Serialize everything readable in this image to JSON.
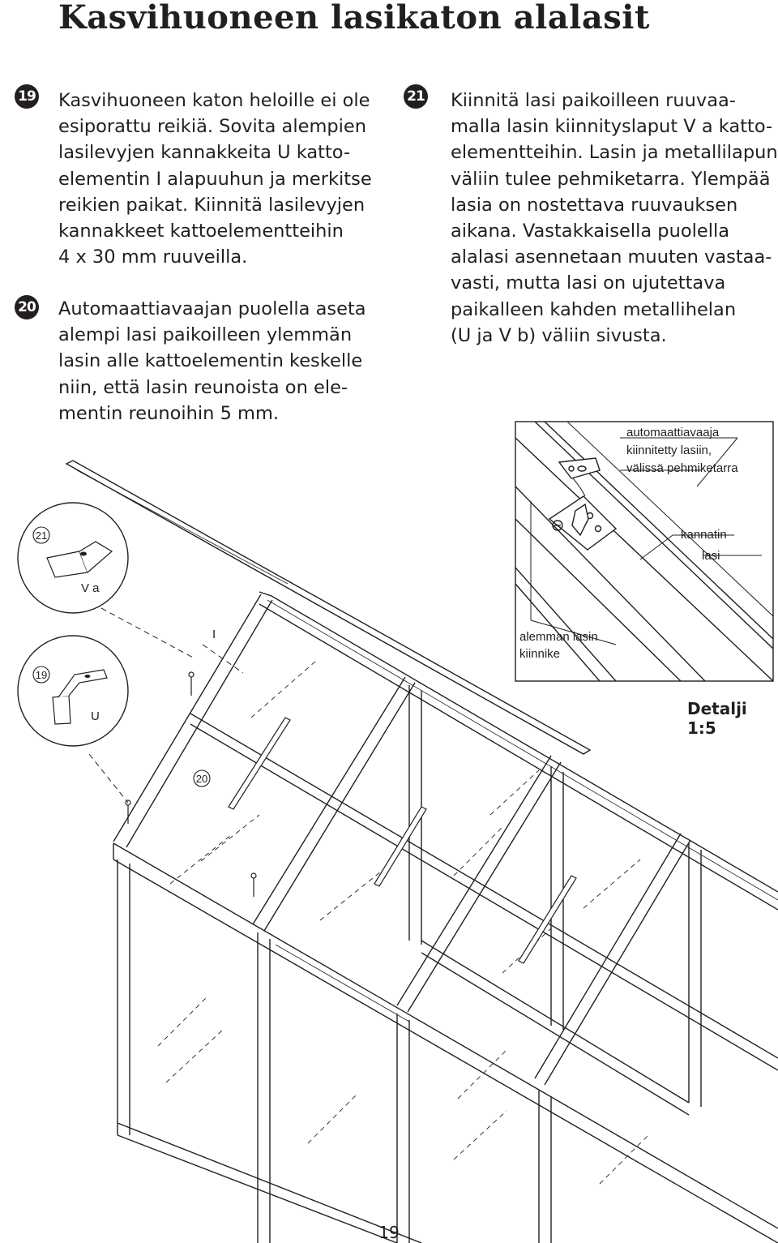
{
  "title": "Kasvihuoneen lasikaton alalasit",
  "steps": [
    {
      "number": "19",
      "text": "Kasvihuoneen katon heloille ei ole\nesiporattu reikiä. Sovita alempien\nlasilevyjen kannakkeita U katto-\nelementin I alapuuhun ja merkitse\nreikien paikat. Kiinnitä lasilevyjen\nkannakkeet kattoelementteihin\n4 x 30 mm ruuveilla."
    },
    {
      "number": "20",
      "text": "Automaattiavaajan puolella aseta\nalempi lasi paikoilleen ylemmän\nlasin alle kattoelementin keskelle\nniin, että lasin reunoista on ele-\nmentin reunoihin 5 mm."
    },
    {
      "number": "21",
      "text": "Kiinnitä lasi paikoilleen ruuvaa-\nmalla lasin kiinnityslaput V a katto-\nelementteihin. Lasin ja metallilapun\nväliin tulee pehmiketarra. Ylempää\nlasia on nostettava ruuvauksen\naikana. Vastakkaisella puolella\nalalasi asennetaan muuten vastaa-\nvasti, mutta lasi on ujutettava\npaikalleen kahden metallihelan\n(U ja V b) väliin sivusta."
    }
  ],
  "diagram": {
    "callout_21": {
      "step": "21",
      "part": "V a"
    },
    "callout_19": {
      "step": "19",
      "part": "U"
    },
    "frame_label": "I",
    "step_marker_20": "20"
  },
  "detail": {
    "labels": {
      "opener": "automaattiavaaja",
      "fixed_line1": "kiinnitetty lasiin,",
      "fixed_line2": "välissä pehmiketarra",
      "bracket": "kannatin",
      "glass": "lasi",
      "lower_line1": "alemman lasin",
      "lower_line2": "kiinnike"
    },
    "caption": "Detalji 1:5"
  },
  "page_number": "19"
}
